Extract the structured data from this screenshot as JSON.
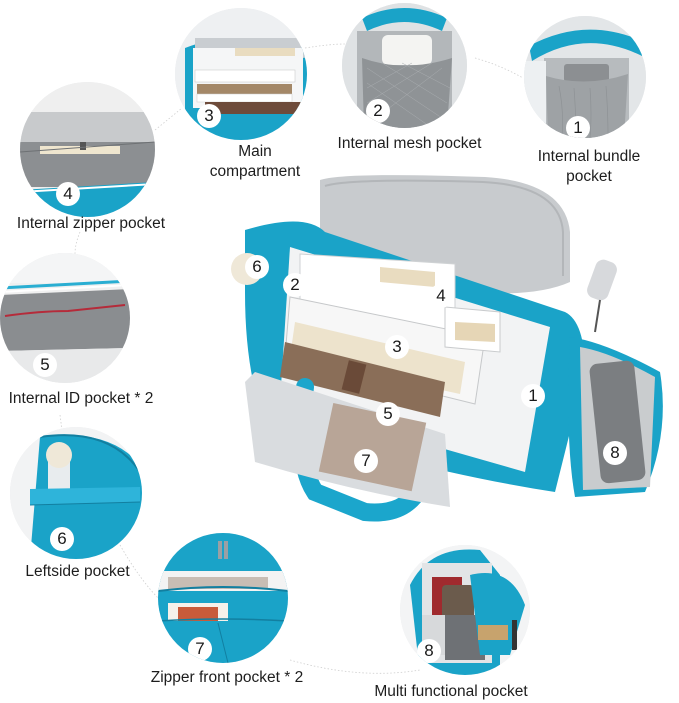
{
  "colors": {
    "teal": "#1aa3c8",
    "teal_dark": "#127fa0",
    "lining_gray": "#c9cdd1",
    "lining_light": "#e6e8ea",
    "pocket_dark": "#8a8d90",
    "text": "#1d1d1d",
    "connector": "#c8c8c8"
  },
  "features": [
    {
      "number": "1",
      "label_line1": "Internal bundle",
      "label_line2": "pocket"
    },
    {
      "number": "2",
      "label_line1": "Internal mesh pocket"
    },
    {
      "number": "3",
      "label_line1": "Main",
      "label_line2": "compartment"
    },
    {
      "number": "4",
      "label_line1": "Internal zipper pocket"
    },
    {
      "number": "5",
      "label_line1": "Internal ID pocket * 2"
    },
    {
      "number": "6",
      "label_line1": "Leftside pocket"
    },
    {
      "number": "7",
      "label_line1": "Zipper front pocket * 2"
    },
    {
      "number": "8",
      "label_line1": "Multi functional pocket"
    }
  ],
  "main_markers": [
    "1",
    "2",
    "3",
    "4",
    "5",
    "6",
    "7",
    "8"
  ]
}
